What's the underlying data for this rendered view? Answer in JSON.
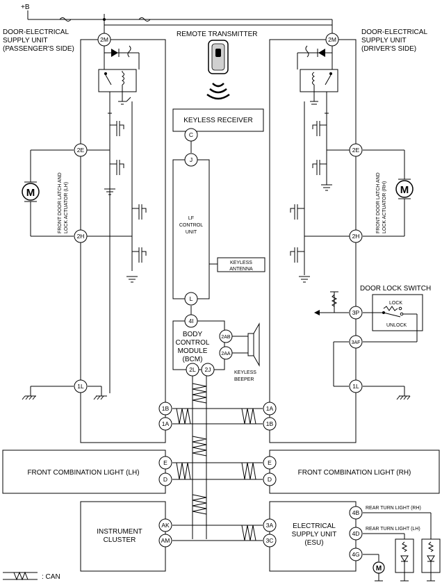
{
  "supply": {
    "b_plus": "+B"
  },
  "modules": {
    "passenger_unit": [
      "DOOR-ELECTRICAL",
      "SUPPLY UNIT",
      "(PASSENGER'S SIDE)"
    ],
    "driver_unit": [
      "DOOR-ELECTRICAL",
      "SUPPLY UNIT",
      "(DRIVER'S SIDE)"
    ],
    "remote_transmitter": "REMOTE TRANSMITTER",
    "keyless_receiver": "KEYLESS RECEIVER",
    "lf_control_unit": [
      "LF",
      "CONTROL",
      "UNIT"
    ],
    "keyless_antenna": [
      "KEYLESS",
      "ANTENNA"
    ],
    "bcm": [
      "BODY",
      "CONTROL",
      "MODULE",
      "(BCM)"
    ],
    "keyless_beeper": [
      "KEYLESS",
      "BEEPER"
    ],
    "door_lock_switch": "DOOR LOCK SWITCH",
    "switch_lock": "LOCK",
    "switch_unlock": "UNLOCK",
    "actuator_lh": [
      "FRONT DOOR LATCH AND",
      "LOCK ACTUATOR (LH)"
    ],
    "actuator_rh": [
      "FRONT DOOR LATCH AND",
      "LOCK ACTUATOR (RH)"
    ],
    "front_combination_lh": "FRONT COMBINATION LIGHT (LH)",
    "front_combination_rh": "FRONT COMBINATION LIGHT (RH)",
    "instrument_cluster": [
      "INSTRUMENT",
      "CLUSTER"
    ],
    "esu": [
      "ELECTRICAL",
      "SUPPLY UNIT",
      "(ESU)"
    ],
    "rear_turn_rh": "REAR TURN LIGHT (RH)",
    "rear_turn_lh": "REAR TURN LIGHT (LH)",
    "motor": "M"
  },
  "pins": {
    "p2M_left": "2M",
    "p2M_right": "2M",
    "p2E_left": "2E",
    "p2E_right": "2E",
    "p2H_left": "2H",
    "p2H_right": "2H",
    "p1L_left": "1L",
    "p1L_right": "1L",
    "p1B_left": "1B",
    "p1A_left": "1A",
    "p1A_right": "1A",
    "p1B_right": "1B",
    "pC": "C",
    "pJ": "J",
    "pL": "L",
    "p4I": "4I",
    "p2AB": "2AB",
    "p2AA": "2AA",
    "p2L": "2L",
    "p2J": "2J",
    "p3P": "3P",
    "p3AF": "3AF",
    "pE_left": "E",
    "pD_left": "D",
    "pE_right": "E",
    "pD_right": "D",
    "pAK": "AK",
    "pAM": "AM",
    "p3A": "3A",
    "p3C": "3C",
    "p4B": "4B",
    "p4D": "4D",
    "p4G": "4G"
  },
  "legend": {
    "can": ": CAN"
  }
}
